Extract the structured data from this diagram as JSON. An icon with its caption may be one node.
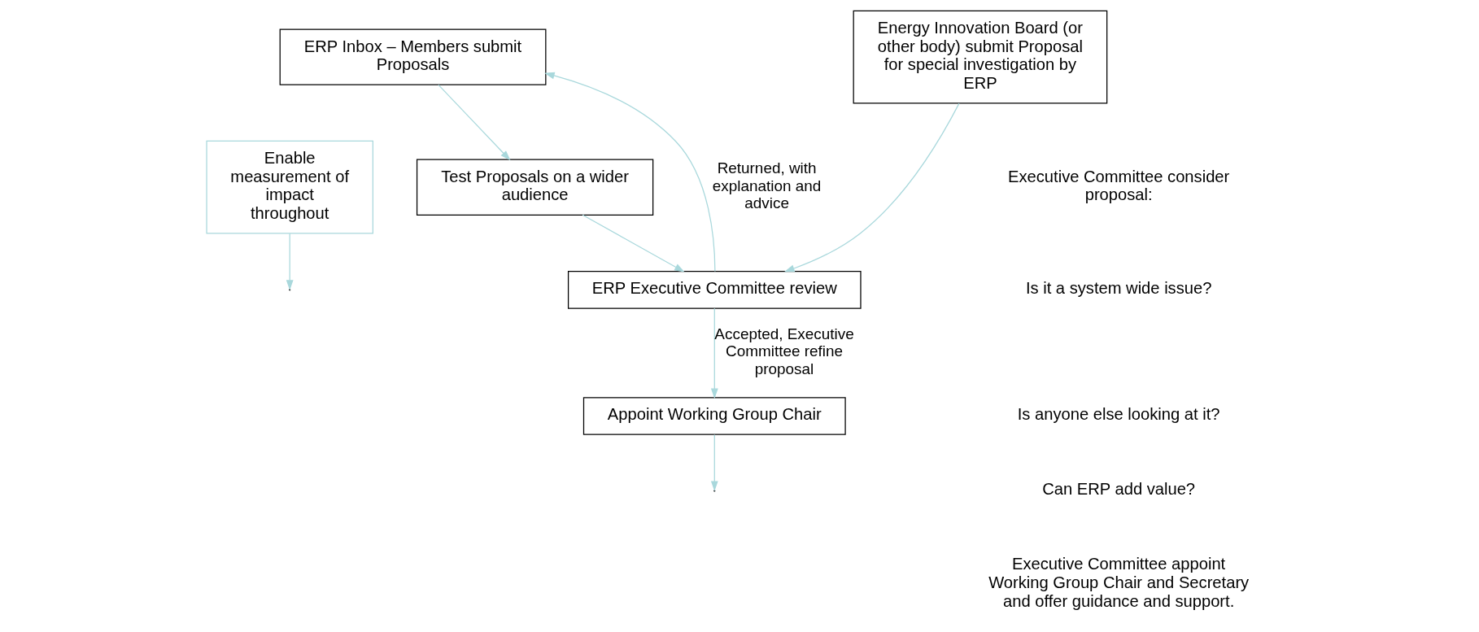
{
  "diagram": {
    "nodes": [
      {
        "text": [
          "ERP Inbox – Members submit Proposals"
        ]
      },
      {
        "text": [
          "Energy Innovation Board (or other body) submit Proposal for special investigation by ERP"
        ]
      },
      {
        "text": [
          "Test Proposals on a wider audience"
        ]
      },
      {
        "text": [
          "ERP Executive Committee review"
        ]
      },
      {
        "text": [
          "Enable measurement of impact throughout"
        ]
      },
      {
        "text": [
          "Appoint Working Group Chair"
        ]
      }
    ],
    "edges": [
      {
        "from": 0,
        "to": 2,
        "arrow": "to"
      },
      {
        "from": 2,
        "to": 3,
        "arrow": "to"
      },
      {
        "from": 1,
        "to": 3,
        "arrow": "to"
      },
      {
        "from": 3,
        "to": 0,
        "arrow": "to",
        "label": "Returned, with explanation and advice"
      },
      {
        "from": 3,
        "to": 5,
        "arrow": "to",
        "label": "Accepted, Executive Committee refine proposal"
      },
      {
        "from": 5,
        "to": null,
        "arrow": "to"
      },
      {
        "from": 4,
        "to": null,
        "arrow": "to"
      }
    ],
    "labels": [
      "Executive Committee consider proposal:",
      "Is it a system wide issue?",
      "Is anyone else looking at it?",
      "Can ERP add value?",
      "Executive Committee appoint Working Group Chair and Secretary and offer guidance and support."
    ]
  }
}
